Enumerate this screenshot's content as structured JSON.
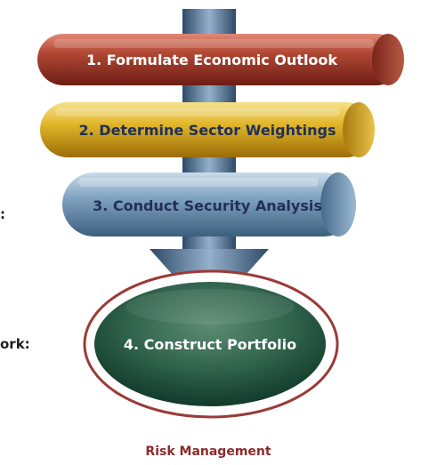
{
  "steps": [
    {
      "label": "1. Formulate Economic Outlook",
      "color": "#9a2e22"
    },
    {
      "label": "2. Determine Sector Weightings",
      "color": "#d7a515"
    },
    {
      "label": "3. Conduct Security Analysis",
      "color": "#5f86a6"
    }
  ],
  "portfolio": {
    "label": "4. Construct Portfolio",
    "color": "#245a44"
  },
  "risk_label": "Risk Management",
  "left_labels": [
    ":",
    "ork:"
  ],
  "colors": {
    "arrow": "#4e6c8c",
    "risk_ring": "#9b3a36",
    "text_light": "#ffffff",
    "text_dark": "#20305a",
    "risk_text": "#8d2a2a"
  }
}
